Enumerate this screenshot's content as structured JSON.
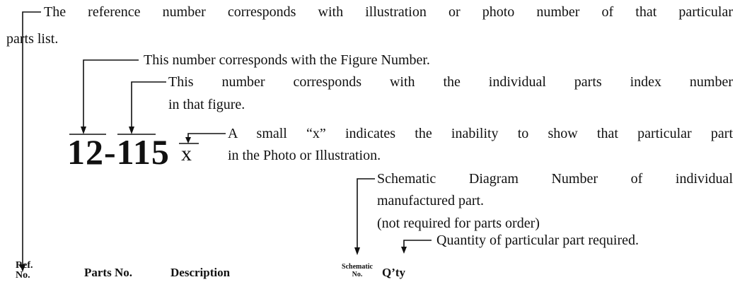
{
  "annotations": {
    "ref_number_line1": "The reference number corresponds with illustration or photo number of that particular",
    "ref_number_line2": "parts list.",
    "figure_number": "This number corresponds with the Figure Number.",
    "index_number_line1": "This number corresponds with the individual parts index number",
    "index_number_line2": "in that figure.",
    "small_x_line1": "A small “x” indicates the inability to show that particular part",
    "small_x_line2": "in the Photo or Illustration.",
    "schematic_line1": "Schematic Diagram Number of individual",
    "schematic_line2": "manufactured part.",
    "schematic_line3": "(not required for parts order)",
    "quantity": "Quantity of particular part required."
  },
  "example_code": {
    "figure": "12",
    "separator": "-",
    "index": "115",
    "suffix": "x"
  },
  "column_headers": {
    "ref_top": "Ref.",
    "ref_bottom": "No.",
    "parts_no": "Parts No.",
    "description": "Description",
    "schematic_top": "Schematic",
    "schematic_bottom": "No.",
    "qty": "Q’ty"
  }
}
